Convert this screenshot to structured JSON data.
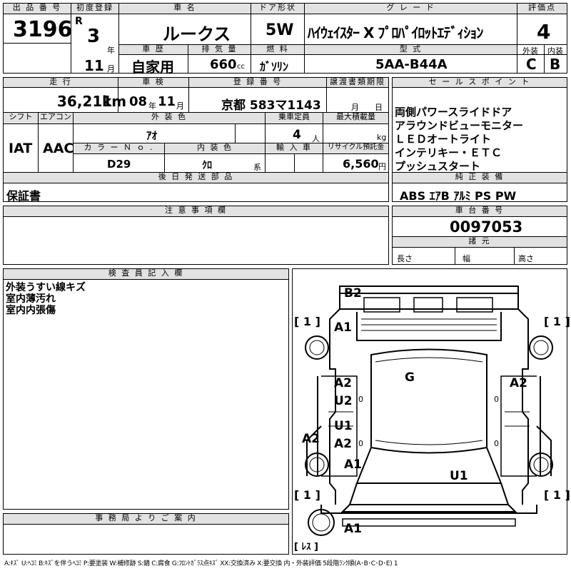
{
  "header": {
    "lot_no_label": "出 品 番 号",
    "lot_no": "3196",
    "first_reg_label": "初度登録",
    "era": "R",
    "year": "3",
    "year_unit": "年",
    "month": "11",
    "month_unit": "月",
    "car_name_label": "車  名",
    "car_name": "ルークス",
    "door_label": "ドア形状",
    "door": "5W",
    "grade_label": "グ レ ー ド",
    "grade": "ﾊｲｳｪｲｽﾀｰ X ﾌﾟﾛﾊﾟｲﾛｯﾄｴﾃﾞｨｼｮﾝ",
    "score_label": "評価点",
    "score": "4",
    "history_label": "車 歴",
    "history": "自家用",
    "displacement_label": "排 気 量",
    "displacement": "660",
    "displacement_unit": "cc",
    "fuel_label": "燃 料",
    "fuel": "ｶﾞｿﾘﾝ",
    "model_code_label": "型 式",
    "model_code": "5AA-B44A",
    "exterior_label": "外装",
    "exterior_grade": "C",
    "interior_label": "内装",
    "interior_grade": "B"
  },
  "row2": {
    "mileage_label": "走 行",
    "mileage": "36,211",
    "mileage_unit": "km",
    "inspection_label": "車 検",
    "insp_year": "08",
    "insp_year_unit": "年",
    "insp_month": "11",
    "insp_month_unit": "月",
    "reg_no_label": "登 録 番 号",
    "reg_no": "京都 583マ1143",
    "transfer_label": "譲渡書類期限",
    "transfer_month_unit": "月",
    "transfer_day_unit": "日",
    "shift_label": "シフト",
    "shift": "IAT",
    "ac_label": "エアコン",
    "ac": "AAC",
    "color_label": "外 装 色",
    "color": "ｱｵ",
    "capacity_label": "乗車定員",
    "capacity": "4",
    "capacity_unit": "人",
    "max_load_label": "最大積載量",
    "max_load_unit": "kg",
    "color_no_label": "カ ラ ー Ｎ ｏ .",
    "color_no": "D29",
    "interior_color_label": "内 装 色",
    "interior_color": "ｸﾛ",
    "interior_color_unit": "系",
    "import_label": "輸 入 車",
    "recycle_label": "リサイクル預託金",
    "recycle": "6,560",
    "recycle_unit": "円"
  },
  "sales_points": {
    "label": "セ ー ル ス ポ イ ン ト",
    "items": [
      "両側パワースライドドア",
      "アラウンドビューモニター",
      "ＬＥＤオートライト",
      "インテリキー・ＥＴＣ",
      "プッシュスタート"
    ]
  },
  "later_parts": {
    "label": "後 日 発 送 部 品",
    "value": "保証書"
  },
  "equipment": {
    "label": "純 正 装 備",
    "value": "ABS ｴｱB ｱﾙﾐ PS PW"
  },
  "notes": {
    "label": "注 意 事 項 欄"
  },
  "chassis": {
    "label": "車 台 番 号",
    "value": "0097053",
    "dims_label": "諸 元",
    "length_label": "長さ",
    "width_label": "幅",
    "height_label": "高さ"
  },
  "inspector": {
    "label": "検 査 員 記 入 欄",
    "lines": [
      "外装うすい線キズ",
      "室内薄汚れ",
      "室内内張傷"
    ]
  },
  "office": {
    "label": "事 務 局 よ り ご 案 内"
  },
  "diagram": {
    "marks": {
      "b2": "B2",
      "a1_fl": "A1",
      "a2_door_l": "A2",
      "u2_door_l": "U2",
      "g_glass": "G",
      "a2_door_r": "A2",
      "u1_rear_l": "U1",
      "a2_rear_l": "A2",
      "a2_side_l": "A2",
      "a1_rl": "A1",
      "u1_bottom": "U1",
      "a1_bumper": "A1"
    },
    "tires": {
      "fl": "[ 1 ]",
      "fr": "[ 1 ]",
      "rl": "[ 1 ]",
      "rr": "[ 1 ]",
      "spare": "[ ﾚｽ ]"
    },
    "door_marks": [
      "0",
      "0",
      "0",
      "0"
    ]
  },
  "legend": "A:ｷｽﾞ  U:ﾍｺﾐ B:ｷｽﾞを伴うﾍｺﾐ P:要塗装 W:補修跡 S:錆 C:腐食 G:ﾌﾛﾝﾄｶﾞﾗｽ点ｷｽﾞ XX:交換済み X:要交換  内・外装評価  5段階ﾗﾝｸ順(A･B･C･D･E) 1"
}
